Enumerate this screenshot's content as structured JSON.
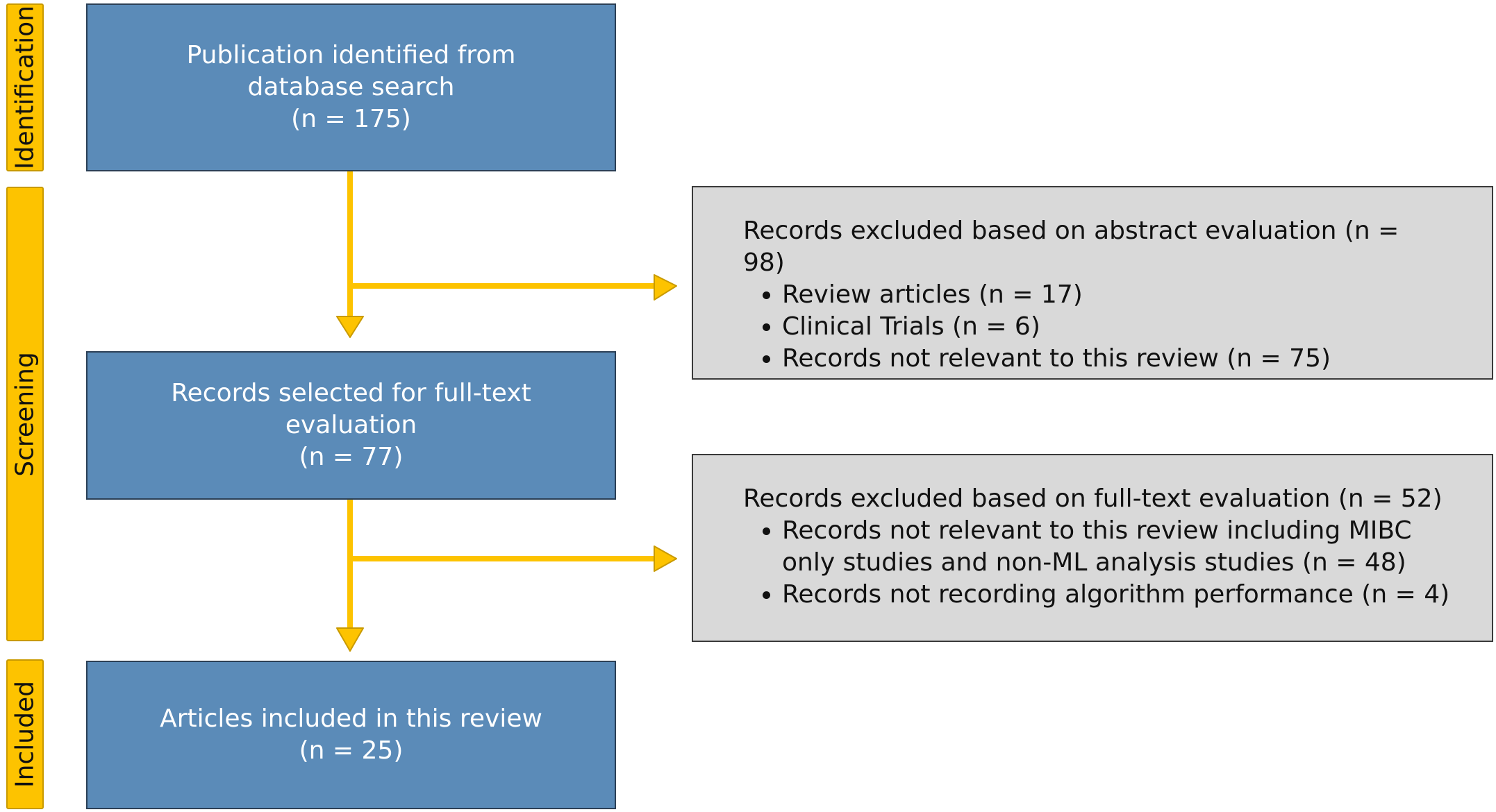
{
  "colors": {
    "phase": "#fdc300",
    "box_blue": "#5b8bb8",
    "box_gray": "#d9d9d9",
    "arrow": "#fdc300"
  },
  "phases": {
    "identification": "Identification",
    "screening": "Screening",
    "included": "Included"
  },
  "boxes": {
    "identified": {
      "line1": "Publication identified from",
      "line2": "database search",
      "line3": "(n = 175)"
    },
    "fulltext": {
      "line1": "Records selected for full-text",
      "line2": "evaluation",
      "line3": "(n = 77)"
    },
    "included": {
      "line1": "Articles included in this review",
      "line2": "(n = 25)"
    }
  },
  "exclusions": {
    "abstract": {
      "heading": "Records excluded based on abstract evaluation (n = 98)",
      "items": [
        "Review articles (n = 17)",
        "Clinical Trials (n = 6)",
        "Records not relevant to this review (n = 75)"
      ]
    },
    "fulltext": {
      "heading": "Records excluded based on full-text evaluation (n = 52)",
      "items": [
        "Records not relevant to this review including MIBC only studies and non-ML analysis studies  (n = 48)",
        "Records not recording algorithm performance (n = 4)"
      ]
    }
  }
}
